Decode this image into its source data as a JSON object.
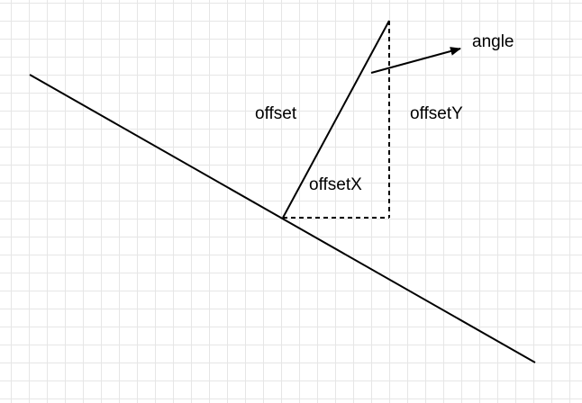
{
  "labels": {
    "angle": "angle",
    "offset": "offset",
    "offsetY": "offsetY",
    "offsetX": "offsetX"
  },
  "colors": {
    "stroke": "#000000",
    "grid": "#e6e6e6",
    "background": "#ffffff"
  }
}
